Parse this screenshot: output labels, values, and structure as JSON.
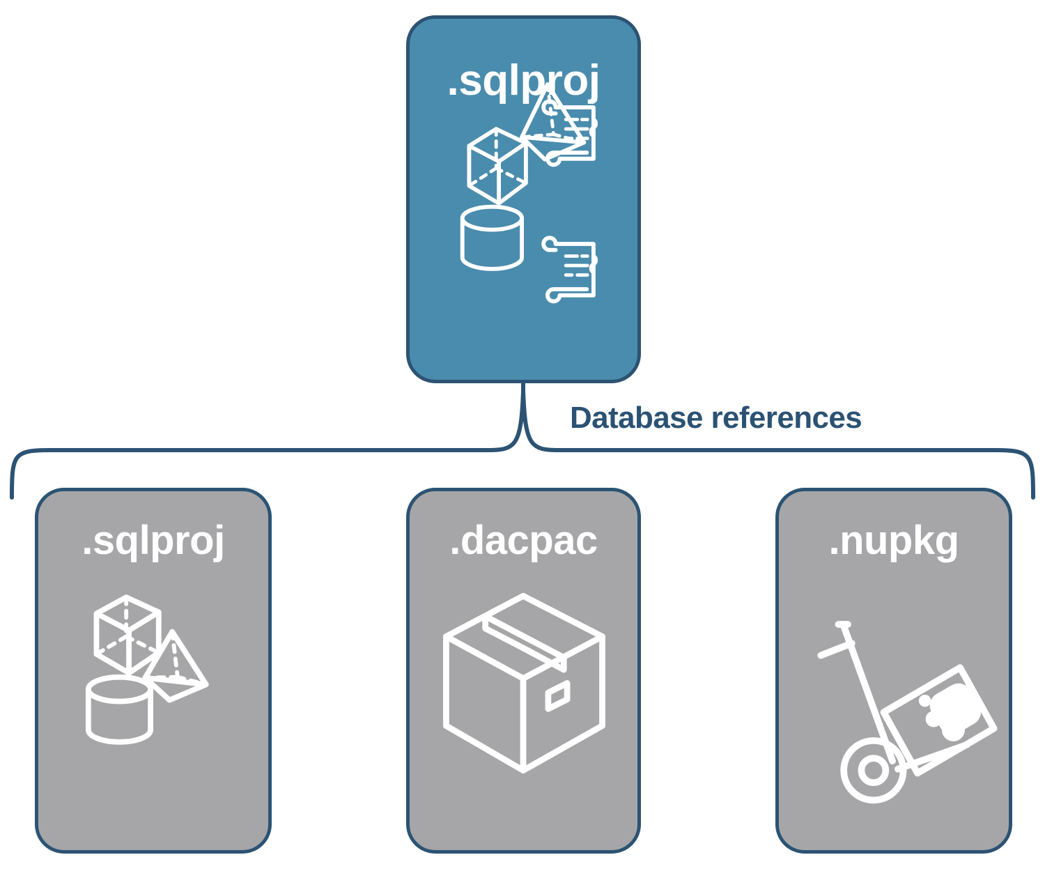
{
  "diagram": {
    "title": "SQL project database references",
    "colors": {
      "primary_fill": "#4a8cad",
      "secondary_fill": "#a6a6a8",
      "stroke": "#2c5373",
      "caption_text": "#2b5273",
      "icon_stroke": "#ffffff",
      "background": "#ffffff"
    },
    "root": {
      "label": ".sqlproj",
      "fill": "#4a8cad",
      "icons": [
        "cube-wireframe-icon",
        "pyramid-wireframe-icon",
        "cylinder-wireframe-icon",
        "script-scroll-icon",
        "script-scroll-icon"
      ]
    },
    "connector": {
      "caption": "Database references",
      "style": "curly-brace-bracket"
    },
    "children": [
      {
        "label": ".sqlproj",
        "fill": "#a6a6a8",
        "icons": [
          "cube-wireframe-icon",
          "pyramid-wireframe-icon",
          "cylinder-wireframe-icon"
        ]
      },
      {
        "label": ".dacpac",
        "fill": "#a6a6a8",
        "icons": [
          "package-box-icon"
        ]
      },
      {
        "label": ".nupkg",
        "fill": "#a6a6a8",
        "icons": [
          "hand-truck-package-icon"
        ]
      }
    ]
  }
}
